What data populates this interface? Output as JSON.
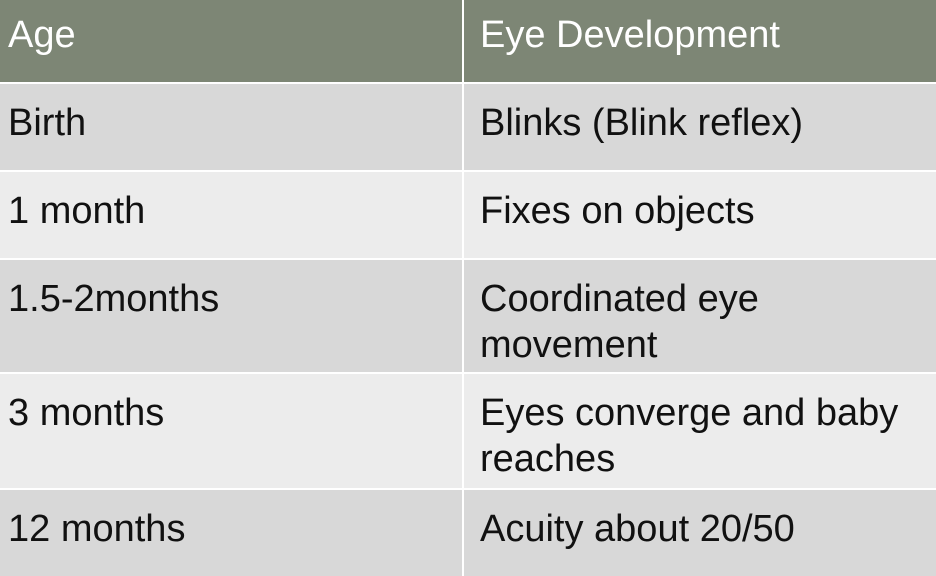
{
  "table": {
    "headers": [
      "Age",
      "Eye Development"
    ],
    "rows": [
      [
        "Birth",
        "Blinks (Blink reflex)"
      ],
      [
        "1 month",
        "Fixes on objects"
      ],
      [
        "1.5-2months",
        "Coordinated eye movement"
      ],
      [
        "3 months",
        "Eyes converge and baby reaches"
      ],
      [
        "12 months",
        "Acuity about 20/50"
      ]
    ]
  },
  "colors": {
    "header_bg": "#7d8675",
    "row_dark": "#d8d8d8",
    "row_light": "#ececec"
  }
}
